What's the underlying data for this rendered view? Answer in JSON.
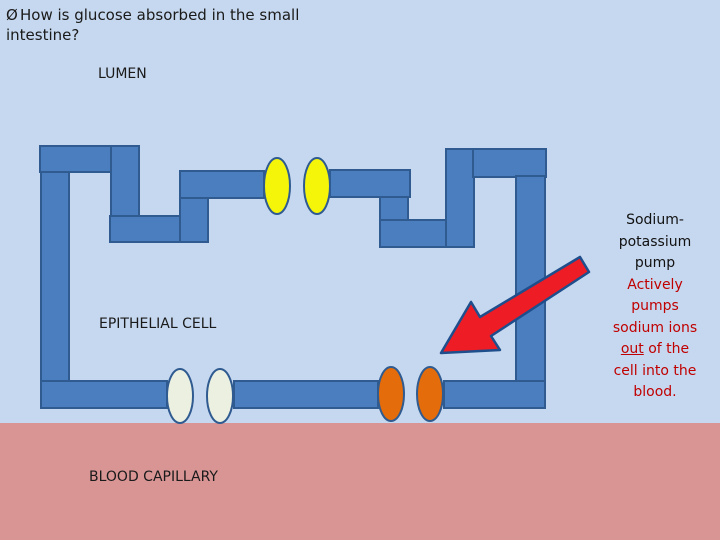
{
  "title": {
    "bullet": "Ø",
    "text": "How is glucose absorbed in the small intestine?"
  },
  "labels": {
    "lumen": "LUMEN",
    "epithelial": "EPITHELIAL CELL",
    "capillary": "BLOOD CAPILLARY"
  },
  "annotation": {
    "part1": "Sodium-",
    "part2": "potassium",
    "part3": "pump",
    "part4": "Actively",
    "part5": "pumps",
    "part6": "sodium ions",
    "underlined": "out",
    "part7": " of the",
    "part8": "cell into the",
    "part9": "blood."
  },
  "colors": {
    "background": "#c6d8ef",
    "blood": "#d89594",
    "membrane": "#4a7ebf",
    "membrane_stroke": "#2f5b91",
    "glucose_channel": "#f5f50a",
    "capillary_channel": "#ecf0e1",
    "pump_channel": "#e46c0a",
    "arrow": "#ee1c24",
    "annotation_red": "#c00000"
  }
}
